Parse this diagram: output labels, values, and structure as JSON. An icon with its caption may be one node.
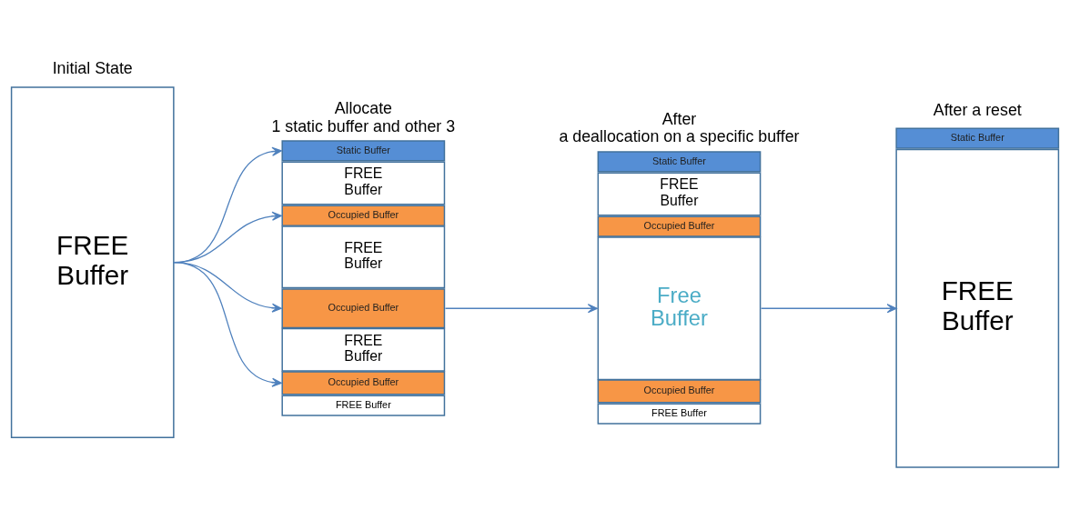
{
  "diagram": {
    "nodes": [
      {
        "text": [
          "FREE Buffer"
        ]
      },
      {
        "text": [
          "Static Buffer"
        ]
      },
      {
        "text": [
          "FREE Buffer"
        ]
      },
      {
        "text": [
          "Occupied Buffer"
        ]
      },
      {
        "text": [
          "FREE Buffer"
        ]
      },
      {
        "text": [
          "Occupied Buffer"
        ]
      },
      {
        "text": [
          "FREE Buffer"
        ]
      },
      {
        "text": [
          "Occupied Buffer"
        ]
      },
      {
        "text": [
          "FREE Buffer"
        ]
      },
      {
        "text": [
          "Static Buffer"
        ]
      },
      {
        "text": [
          "FREE Buffer"
        ]
      },
      {
        "text": [
          "Occupied Buffer"
        ]
      },
      {
        "text": [
          "Free Buffer"
        ]
      },
      {
        "text": [
          "Occupied Buffer"
        ]
      },
      {
        "text": [
          "FREE Buffer"
        ]
      },
      {
        "text": [
          "Static Buffer"
        ]
      },
      {
        "text": [
          "FREE Buffer"
        ]
      }
    ],
    "edges": [
      {
        "from": 0,
        "to": 1,
        "arrow": "to"
      },
      {
        "from": 0,
        "to": 3,
        "arrow": "to"
      },
      {
        "from": 0,
        "to": 5,
        "arrow": "to"
      },
      {
        "from": 0,
        "to": 7,
        "arrow": "to"
      },
      {
        "from": 5,
        "to": 12,
        "arrow": "to"
      },
      {
        "from": 12,
        "to": 16,
        "arrow": "to"
      }
    ],
    "labels": [
      "Initial State",
      "Allocate 1 static buffer and other 3",
      "After a deallocation on a specific buffer",
      "After a reset"
    ]
  }
}
